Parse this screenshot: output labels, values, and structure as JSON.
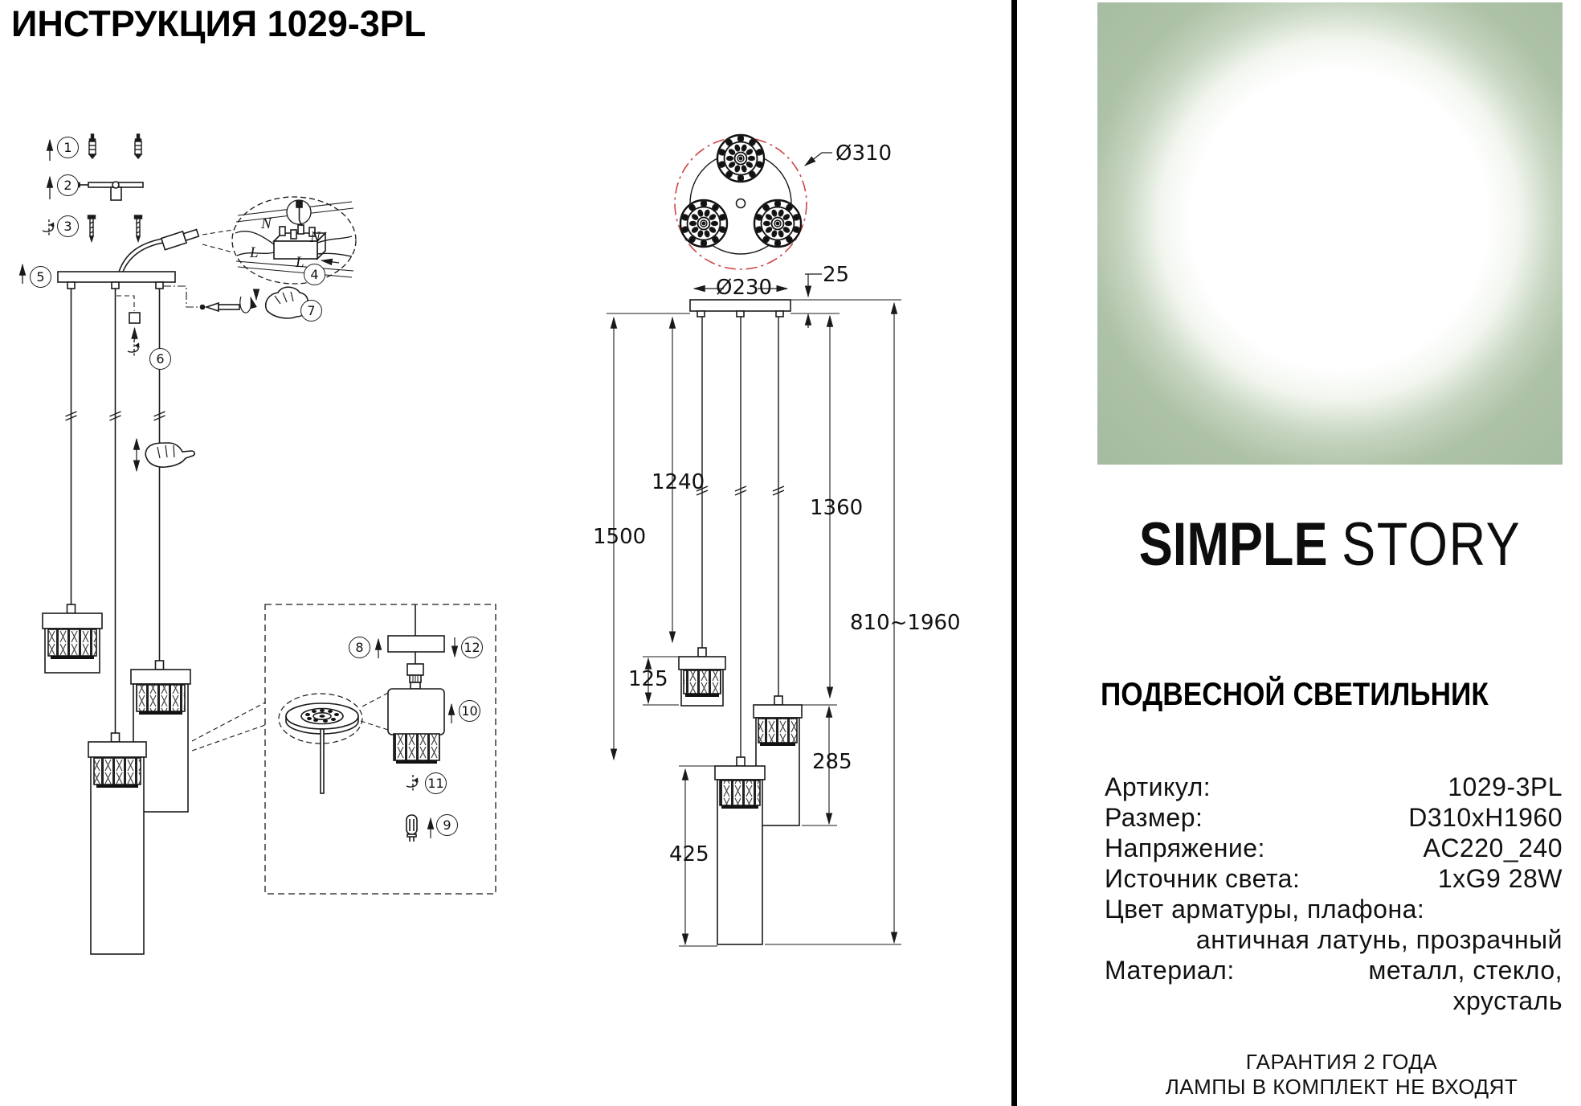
{
  "title": "ИНСТРУКЦИЯ 1029-3PL",
  "steps": [
    "1",
    "2",
    "3",
    "4",
    "5",
    "6",
    "7",
    "8",
    "9",
    "10",
    "11",
    "12"
  ],
  "wiring": {
    "n_left": "N",
    "n_right": "N",
    "l_left": "L",
    "l_right": "L"
  },
  "dimensions": {
    "top_diameter": "Ø310",
    "canopy_diameter": "Ø230",
    "canopy_height": "25",
    "cord_left": "1500",
    "cord_middle": "1240",
    "cord_right": "1360",
    "overall_height": "810~1960",
    "pendant_small": "125",
    "pendant_medium": "285",
    "pendant_large": "425"
  },
  "brand": {
    "word1": "SIMPLE",
    "word2": "STORY"
  },
  "product_type": "ПОДВЕСНОЙ СВЕТИЛЬНИК",
  "specs": {
    "rows": [
      {
        "label": "Артикул:",
        "value": "1029-3PL"
      },
      {
        "label": "Размер:",
        "value": "D310xH1960"
      },
      {
        "label": "Напряжение:",
        "value": "AC220_240"
      },
      {
        "label": "Источник света:",
        "value": "1xG9 28W"
      },
      {
        "label": "Цвет арматуры, плафона:",
        "value": ""
      },
      {
        "label": "",
        "value": "античная латунь, прозрачный"
      },
      {
        "label": "Материал:",
        "value": "металл, стекло,"
      },
      {
        "label": "",
        "value": "хрусталь"
      }
    ]
  },
  "footer": {
    "line1": "ГАРАНТИЯ 2 ГОДА",
    "line2": "ЛАМПЫ В КОМПЛЕКТ НЕ ВХОДЯТ"
  },
  "colors": {
    "accent_red": "#cc4444",
    "panel_green": "#a9bfa4",
    "line": "#1a1a1a"
  }
}
